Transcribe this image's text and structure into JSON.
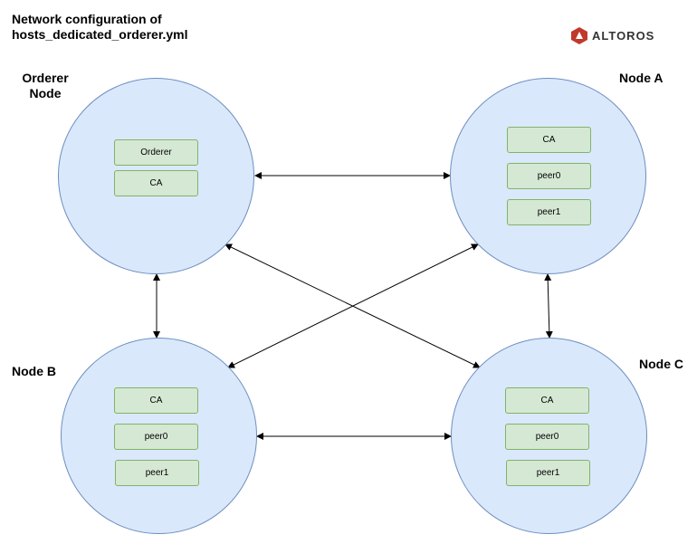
{
  "title_line1": "Network configuration of",
  "title_line2": "hosts_dedicated_orderer.yml",
  "logo": {
    "text": "ALTOROS",
    "color": "#c0392b"
  },
  "nodes": {
    "orderer": {
      "label_line1": "Orderer",
      "label_line2": "Node",
      "components": [
        "Orderer",
        "CA"
      ]
    },
    "a": {
      "label": "Node A",
      "components": [
        "CA",
        "peer0",
        "peer1"
      ]
    },
    "b": {
      "label": "Node B",
      "components": [
        "CA",
        "peer0",
        "peer1"
      ]
    },
    "c": {
      "label": "Node C",
      "components": [
        "CA",
        "peer0",
        "peer1"
      ]
    }
  },
  "colors": {
    "circle_fill": "#dae8fc",
    "circle_stroke": "#6c8ebf",
    "box_fill": "#d5e8d4",
    "box_stroke": "#82b366"
  }
}
